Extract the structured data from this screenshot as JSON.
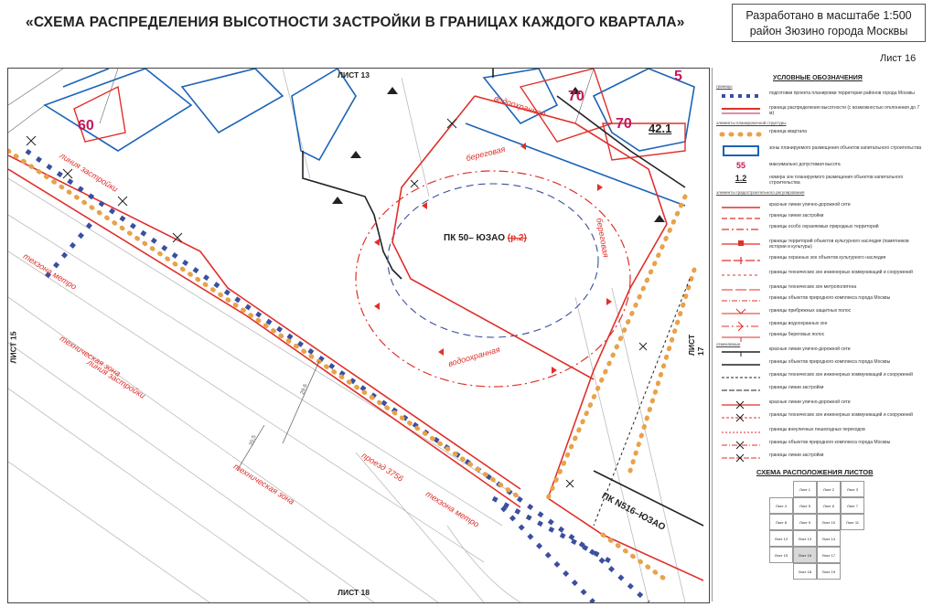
{
  "header": {
    "title": "«СХЕМА РАСПРЕДЕЛЕНИЯ ВЫСОТНОСТИ ЗАСТРОЙКИ В ГРАНИЦАХ КАЖДОГО КВАРТАЛА»",
    "scale_line1": "Разработано в масштабе 1:500",
    "scale_line2": "район Зюзино города Москвы",
    "sheet": "Лист 16"
  },
  "map": {
    "sheet_top": "ЛИСТ 13",
    "sheet_bottom": "ЛИСТ 18",
    "sheet_left": "ЛИСТ 15",
    "sheet_right": "ЛИСТ 17",
    "height_60": "60",
    "height_70a": "70",
    "height_70b": "70",
    "height_5": "5",
    "zone_number": "42.1",
    "pk_main": "ПК 50– ЮЗАО",
    "pk_main_suffix": "(р.2)",
    "pk_bottom": "ПК N516–ЮЗАО",
    "label_vodo_top": "водоохранная",
    "label_vodo_bottom": "водоохранная",
    "label_bereg_top": "береговая",
    "label_bereg_right": "береговая",
    "label_tech_zone1": "техническая зона",
    "label_tech_zone2": "техническая зона",
    "label_line": "линия застройки",
    "label_proezd": "проезд 3756",
    "label_metro1": "техзона метро",
    "label_metro2": "техзона метро",
    "label_zona_zastr": "линия застройки",
    "dim1": "29,6",
    "dim2": "20,5",
    "colors": {
      "red": "#e0302a",
      "blue": "#1b63b8",
      "navy": "#3a4fa0",
      "orange": "#e8a24a",
      "black": "#222222"
    }
  },
  "legend": {
    "title": "УСЛОВНЫЕ ОБОЗНАЧЕНИЯ",
    "group1": "границы",
    "item1": "подготовки проекта планировки территории районов города Москвы",
    "item2": "граница распределения высотности (с возможностью отклонения до 7 м)",
    "group2": "элементы планировочной структуры",
    "item3": "граница квартала",
    "item4": "зоны планируемого размещения объектов капитального строительства",
    "item5": "максимально допустимая высота",
    "item5_sym": "55",
    "item6": "номера зон планируемого размещения объектов капитального строительства",
    "item6_sym": "1.2",
    "group3": "элементы градостроительного регулирования",
    "item7": "красные линии улично-дорожной сети",
    "item8": "границы линии застройки",
    "item9": "границы особо охраняемых природных территорий",
    "item10": "границы территорий объектов культурного наследия (памятников истории и культуры)",
    "item11": "границы охранных зон объектов культурного наследия",
    "item12": "границы технических зон инженерных коммуникаций и сооружений",
    "item13": "границы технических зон метрополитена",
    "item14": "границы объектов природного комплекса города Москвы",
    "item15": "границы прибрежных защитных полос",
    "item16": "границы водоохранных зон",
    "item17": "границы береговых полос",
    "group4": "отменяемые",
    "item18": "красные линии улично-дорожной сети",
    "item19": "границы объектов природного комплекса города Москвы",
    "item20": "границы технических зон инженерных коммуникаций и сооружений",
    "item21": "границы линии застройки",
    "item22": "красные линии улично-дорожной сети",
    "item23": "границы технических зон инженерных коммуникаций и сооружений",
    "item24": "границы внеуличных пешеходных переходов",
    "item25": "границы объектов природного комплекса города Москвы",
    "item26": "границы линии застройки",
    "scheme_title": "СХЕМА РАСПОЛОЖЕНИЯ ЛИСТОВ",
    "cells": [
      "Лист 1",
      "Лист 2",
      "Лист 3",
      "Лист 4",
      "Лист 5",
      "Лист 6",
      "Лист 7",
      "Лист 8",
      "Лист 9",
      "Лист 10",
      "Лист 11",
      "Лист 12",
      "Лист 13",
      "Лист 14",
      "Лист 15",
      "Лист 16",
      "Лист 17",
      "Лист 18",
      "Лист 19"
    ]
  }
}
